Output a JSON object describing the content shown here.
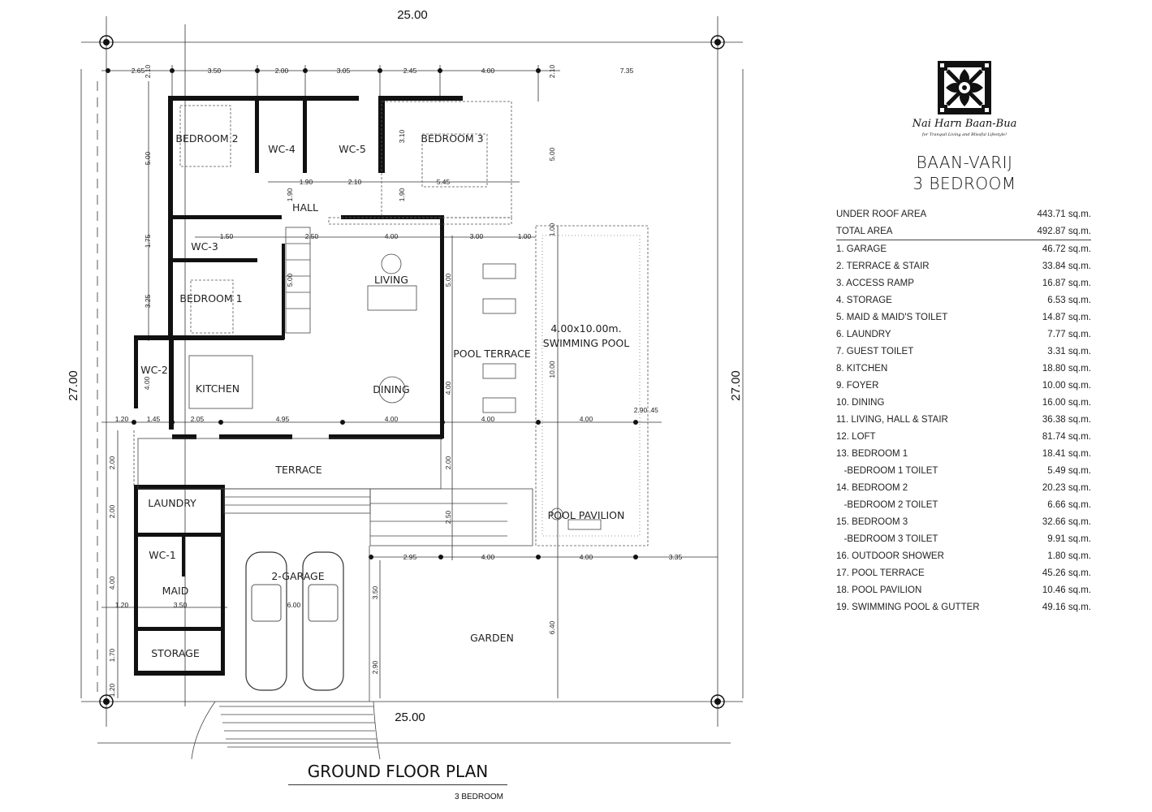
{
  "plan": {
    "overall": {
      "top": "25.00",
      "bottom": "25.00",
      "left": "27.00",
      "right": "27.00"
    },
    "rooms": [
      "BEDROOM 2",
      "WC-4",
      "WC-5",
      "BEDROOM 3",
      "HALL",
      "WC-3",
      "BEDROOM 1",
      "LIVING",
      "POOL TERRACE",
      "4.00x10.00m.",
      "SWIMMING POOL",
      "WC-2",
      "KITCHEN",
      "DINING",
      "TERRACE",
      "LAUNDRY",
      "POOL PAVILION",
      "WC-1",
      "2-GARAGE",
      "MAID",
      "STORAGE",
      "GARDEN"
    ],
    "dims": [
      "2.65",
      "3.50",
      "2.00",
      "3.05",
      "2.45",
      "4.00",
      "7.35",
      "2.10",
      "2.10",
      "5.00",
      "1.75",
      "3.25",
      "1.90",
      "1.90",
      "3.10",
      "1.90",
      "2.10",
      "5.45",
      "1.50",
      "2.50",
      "4.00",
      "3.00",
      "1.00",
      "1.00",
      "5.00",
      "5.00",
      "5.00",
      "4.00",
      "10.00",
      "1.20",
      "1.45",
      "2.05",
      "4.95",
      "4.00",
      "4.00",
      "4.00",
      "2.90",
      ".45",
      "4.00",
      "2.00",
      "2.00",
      "4.00",
      "1.70",
      "1.20",
      "1.20",
      "3.50",
      "6.00",
      "2.00",
      "2.50",
      "2.95",
      "4.00",
      "4.00",
      "3.35",
      "3.50",
      "2.90",
      "6.40"
    ]
  },
  "logo": {
    "brand": "Nai Harn Baan-Bua",
    "tagline": "for Tranquil Living and Blissful Lifestyle!"
  },
  "project": {
    "name": "BAAN-VARIJ",
    "type": "3 BEDROOM"
  },
  "areas": {
    "summary": [
      {
        "label": "UNDER ROOF AREA",
        "value": "443.71 sq.m."
      },
      {
        "label": "TOTAL AREA",
        "value": "492.87 sq.m."
      }
    ],
    "items": [
      {
        "label": "1. GARAGE",
        "value": "46.72 sq.m."
      },
      {
        "label": "2. TERRACE & STAIR",
        "value": "33.84 sq.m."
      },
      {
        "label": "3. ACCESS RAMP",
        "value": "16.87 sq.m."
      },
      {
        "label": "4. STORAGE",
        "value": "6.53 sq.m."
      },
      {
        "label": "5. MAID & MAID'S TOILET",
        "value": "14.87 sq.m."
      },
      {
        "label": "6. LAUNDRY",
        "value": "7.77 sq.m."
      },
      {
        "label": "7. GUEST TOILET",
        "value": "3.31 sq.m."
      },
      {
        "label": "8. KITCHEN",
        "value": "18.80 sq.m."
      },
      {
        "label": "9. FOYER",
        "value": "10.00 sq.m."
      },
      {
        "label": "10. DINING",
        "value": "16.00 sq.m."
      },
      {
        "label": "11. LIVING, HALL & STAIR",
        "value": "36.38 sq.m."
      },
      {
        "label": "12. LOFT",
        "value": "81.74 sq.m."
      },
      {
        "label": "13. BEDROOM 1",
        "value": "18.41 sq.m."
      },
      {
        "label": "   -BEDROOM 1 TOILET",
        "value": "5.49 sq.m."
      },
      {
        "label": "14. BEDROOM 2",
        "value": "20.23 sq.m."
      },
      {
        "label": "   -BEDROOM 2 TOILET",
        "value": "6.66 sq.m."
      },
      {
        "label": "15. BEDROOM 3",
        "value": "32.66 sq.m."
      },
      {
        "label": "   -BEDROOM 3 TOILET",
        "value": "9.91 sq.m."
      },
      {
        "label": "16. OUTDOOR SHOWER",
        "value": "1.80 sq.m."
      },
      {
        "label": "17. POOL TERRACE",
        "value": "45.26 sq.m."
      },
      {
        "label": "18. POOL PAVILION",
        "value": "10.46 sq.m."
      },
      {
        "label": "19. SWIMMING POOL & GUTTER",
        "value": "49.16 sq.m."
      }
    ]
  },
  "footer": {
    "title": "GROUND FLOOR PLAN",
    "subtitle": "3 BEDROOM"
  }
}
